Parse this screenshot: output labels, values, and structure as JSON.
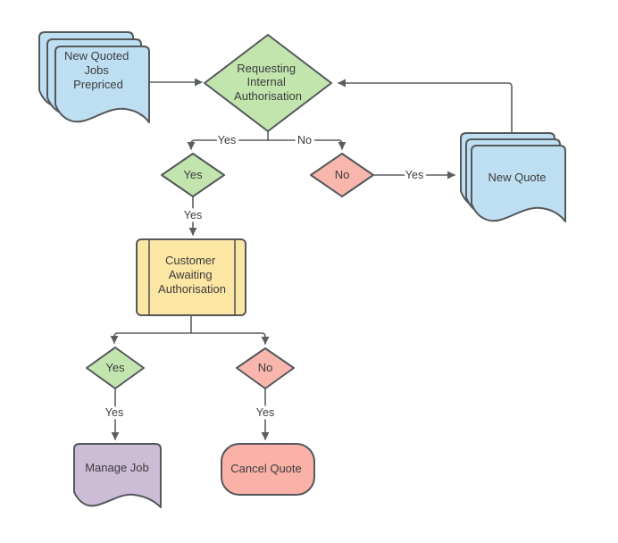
{
  "diagram": {
    "type": "flowchart",
    "background": "#ffffff",
    "colors": {
      "document_fill": "#BEDFF2",
      "decision_yes_fill": "#C2E5AE",
      "decision_no_fill": "#F8B6AD",
      "process_fill": "#FBE6A3",
      "manage_job_fill": "#CDBCD6",
      "terminator_fill": "#F9B1A8",
      "shape_stroke": "#54585B",
      "edge_stroke": "#5B5E61",
      "text": "#3C3C3C"
    },
    "nodes": {
      "new_quoted_jobs": {
        "shape": "multi-document",
        "lines": [
          "New Quoted",
          "Jobs",
          "Prepriced"
        ]
      },
      "requesting_internal_authorisation": {
        "shape": "decision",
        "lines": [
          "Requesting",
          "Internal",
          "Authorisation"
        ]
      },
      "internal_auth_yes": {
        "shape": "decision",
        "label": "Yes"
      },
      "internal_auth_no": {
        "shape": "decision",
        "label": "No"
      },
      "new_quote": {
        "shape": "multi-document",
        "label": "New Quote"
      },
      "customer_awaiting_authorisation": {
        "shape": "predefined-process",
        "lines": [
          "Customer",
          "Awaiting",
          "Authorisation"
        ]
      },
      "customer_auth_yes": {
        "shape": "decision",
        "label": "Yes"
      },
      "customer_auth_no": {
        "shape": "decision",
        "label": "No"
      },
      "manage_job": {
        "shape": "document",
        "label": "Manage Job"
      },
      "cancel_quote": {
        "shape": "terminator",
        "label": "Cancel Quote"
      }
    },
    "edge_labels": {
      "top_left_branch": "Yes",
      "top_right_branch": "No",
      "yes_to_customer": "Yes",
      "no_to_new_quote": "Yes",
      "yes_to_manage_job": "Yes",
      "no_to_cancel_quote": "Yes"
    }
  }
}
